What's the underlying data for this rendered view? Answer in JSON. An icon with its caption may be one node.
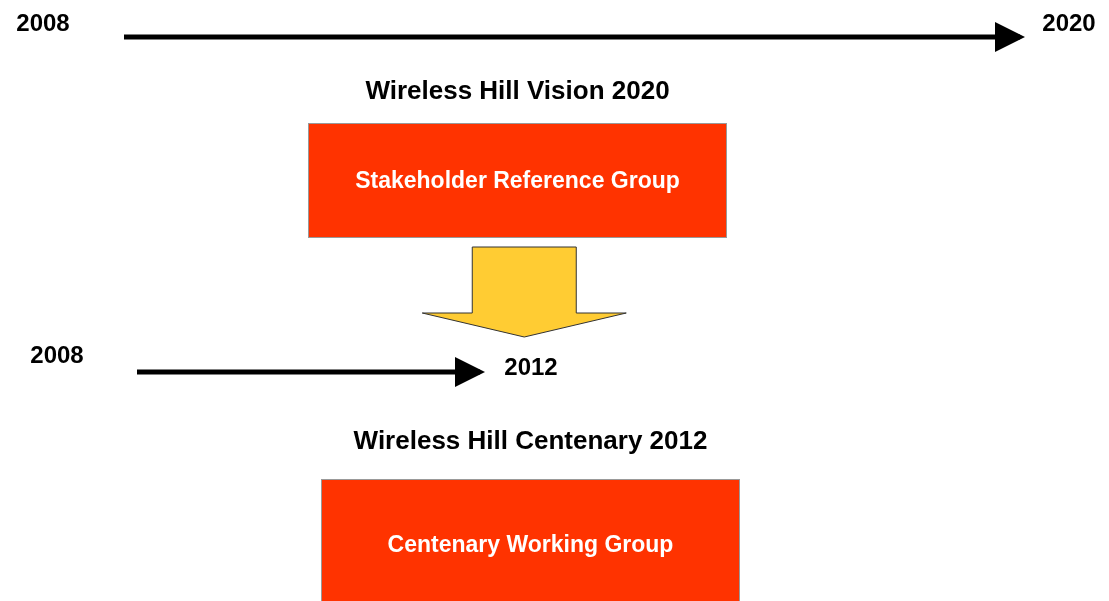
{
  "diagram": {
    "nodes": [
      {
        "text": [
          "2008"
        ]
      },
      {
        "text": [
          "2020"
        ]
      },
      {
        "text": [
          "Wireless Hill Vision 2020",
          "Stakeholder Reference Group"
        ]
      },
      {
        "text": [
          "2008"
        ]
      },
      {
        "text": [
          "2012"
        ]
      },
      {
        "text": [
          "Wireless Hill Centenary 2012",
          "Centenary Working Group"
        ]
      }
    ],
    "edges": [
      {
        "from": 0,
        "to": 1,
        "arrow": "to"
      },
      {
        "from": 3,
        "to": 4,
        "arrow": "to"
      },
      {
        "from": 2,
        "to": 4,
        "arrow": "to",
        "style": "thick",
        "color": "#ffcc33"
      }
    ]
  }
}
